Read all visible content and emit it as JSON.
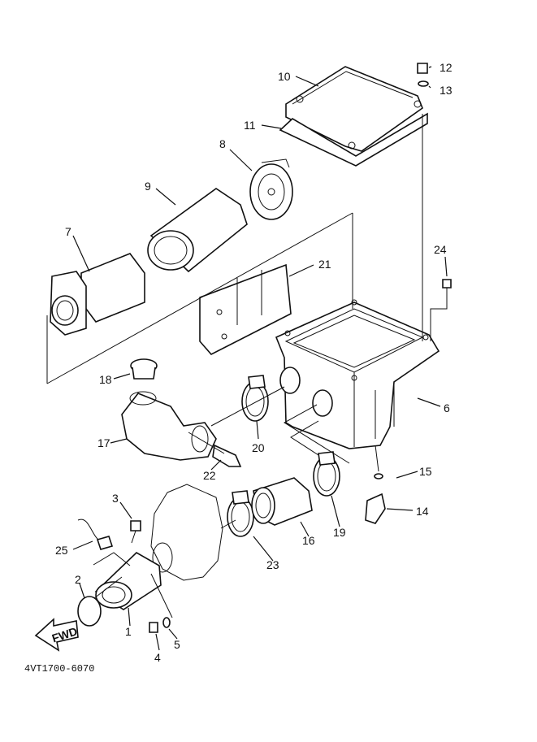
{
  "diagram": {
    "part_code": "4VT1700-6070",
    "fwd_label": "FWD",
    "callouts": {
      "c1": "1",
      "c2": "2",
      "c3": "3",
      "c4": "4",
      "c5": "5",
      "c6": "6",
      "c7": "7",
      "c8": "8",
      "c9": "9",
      "c10": "10",
      "c11": "11",
      "c12": "12",
      "c13": "13",
      "c14": "14",
      "c15": "15",
      "c16": "16",
      "c17": "17",
      "c18": "18",
      "c19": "19",
      "c20": "20",
      "c21": "21",
      "c22": "22",
      "c23": "23",
      "c24": "24",
      "c25": "25"
    }
  }
}
